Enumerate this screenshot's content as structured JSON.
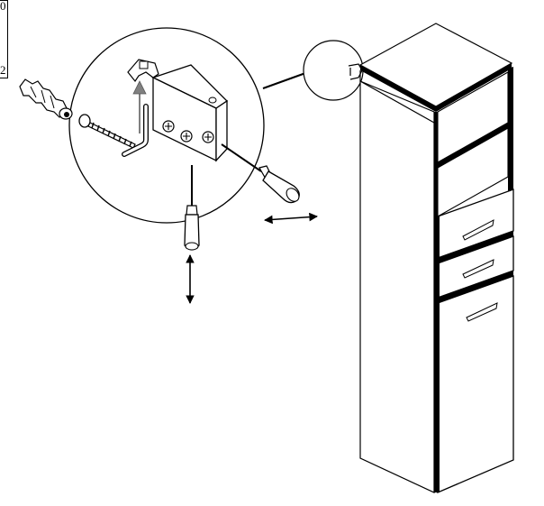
{
  "corner_labels": {
    "top": "0",
    "bottom": "2"
  },
  "parts": {
    "wall_plug": "wall-plug",
    "screw": "screw",
    "hook": "hook",
    "bracket": "mounting-bracket",
    "screwdriver_horizontal": "screwdriver-horizontal",
    "screwdriver_vertical": "screwdriver-vertical",
    "cabinet": "tall-cabinet"
  },
  "colors": {
    "ink": "#000000",
    "arrow_fill": "#808080",
    "paper": "#ffffff"
  }
}
